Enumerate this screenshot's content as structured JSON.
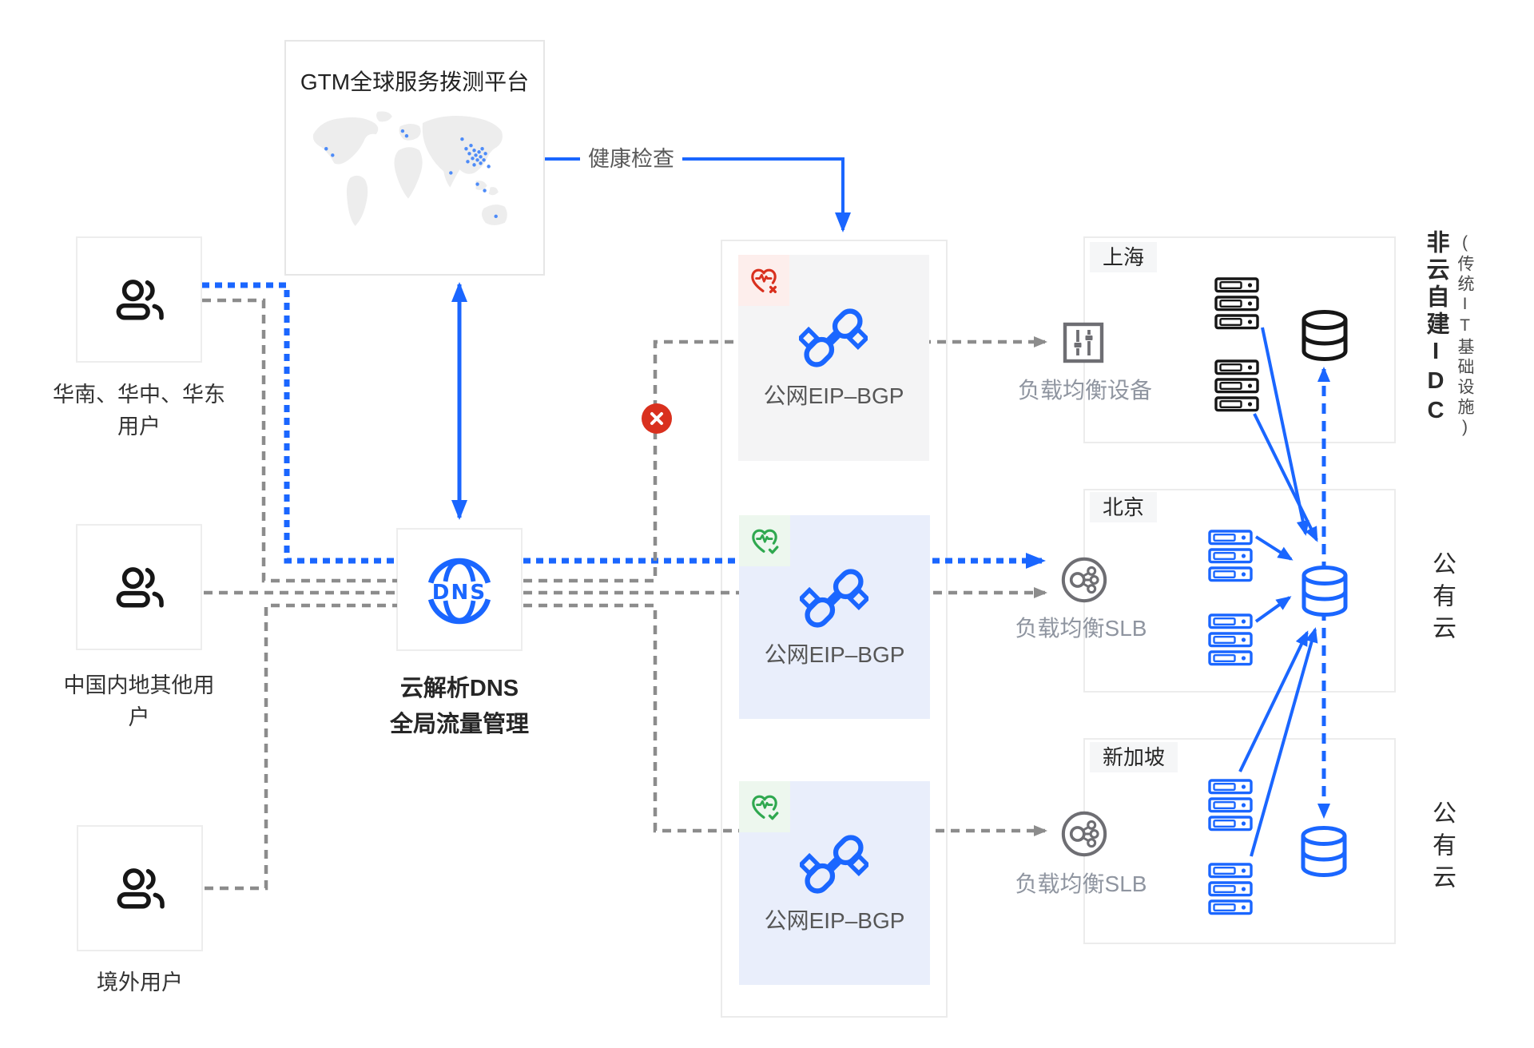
{
  "colors": {
    "primary_blue": "#1a66ff",
    "line_gray": "#8c8c8c",
    "alert_red": "#d9301e",
    "ok_green": "#2fa84f"
  },
  "gtm": {
    "title": "GTM全球服务拨测平台"
  },
  "health_check": {
    "label": "健康检查"
  },
  "users": [
    {
      "label": "华南、华中、华东用户"
    },
    {
      "label": "中国内地其他用户"
    },
    {
      "label": "境外用户"
    }
  ],
  "dns": {
    "icon_text": "DNS",
    "label_line1": "云解析DNS",
    "label_line2": "全局流量管理"
  },
  "eip_boxes": [
    {
      "label": "公网EIP–BGP",
      "status": "unhealthy"
    },
    {
      "label": "公网EIP–BGP",
      "status": "healthy"
    },
    {
      "label": "公网EIP–BGP",
      "status": "healthy"
    }
  ],
  "load_balancers": {
    "shanghai": {
      "label": "负载均衡设备"
    },
    "beijing": {
      "label": "负载均衡SLB"
    },
    "singapore": {
      "label": "负载均衡SLB"
    }
  },
  "regions": [
    {
      "name": "上海"
    },
    {
      "name": "北京"
    },
    {
      "name": "新加坡"
    }
  ],
  "side_labels": {
    "idc": "非云自建IDC",
    "idc_note": "(传统IT基础设施)",
    "public_cloud_beijing": "公有云",
    "public_cloud_singapore": "公有云"
  }
}
